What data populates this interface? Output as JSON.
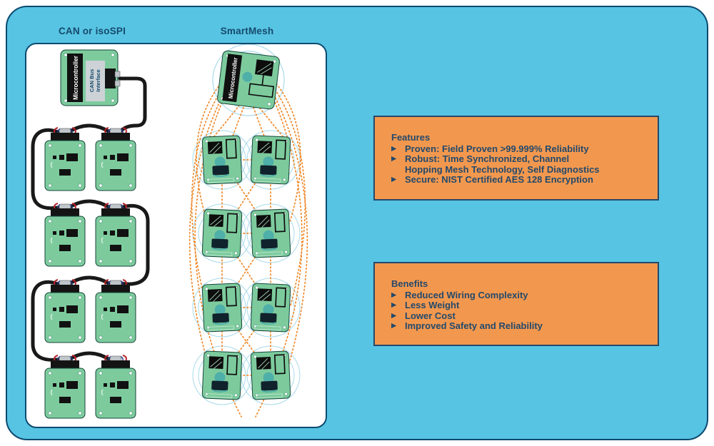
{
  "columns": {
    "can_label": "CAN or isoSPI",
    "mesh_label": "SmartMesh"
  },
  "can_network": {
    "microcontroller_label": "Microcontroller",
    "interface_label_line1": "CAN Bus",
    "interface_label_line2": "Interface",
    "node_count": 8
  },
  "mesh_network": {
    "microcontroller_label": "Microcontroller",
    "node_count": 8
  },
  "features": {
    "title": "Features",
    "items": [
      "Proven: Field Proven >99.999% Reliability",
      "Robust: Time Synchronized, Channel\nHopping Mesh Technology, Self Diagnostics",
      "Secure: NIST Certified AES 128 Encryption"
    ]
  },
  "benefits": {
    "title": "Benefits",
    "items": [
      "Reduced Wiring Complexity",
      "Less Weight",
      "Lower Cost",
      "Improved Safety and Reliability"
    ]
  },
  "glyphs": {
    "bullet": "▶"
  },
  "colors": {
    "background_cyan": "#57C4E3",
    "navy": "#164A6E",
    "box_orange": "#F2984E",
    "board_green": "#7DCB9D",
    "ring_blue": "#A8DAEB",
    "mesh_link_orange": "#EF8A2C",
    "wire_black": "#191919",
    "teal": "#4FAFA9"
  }
}
